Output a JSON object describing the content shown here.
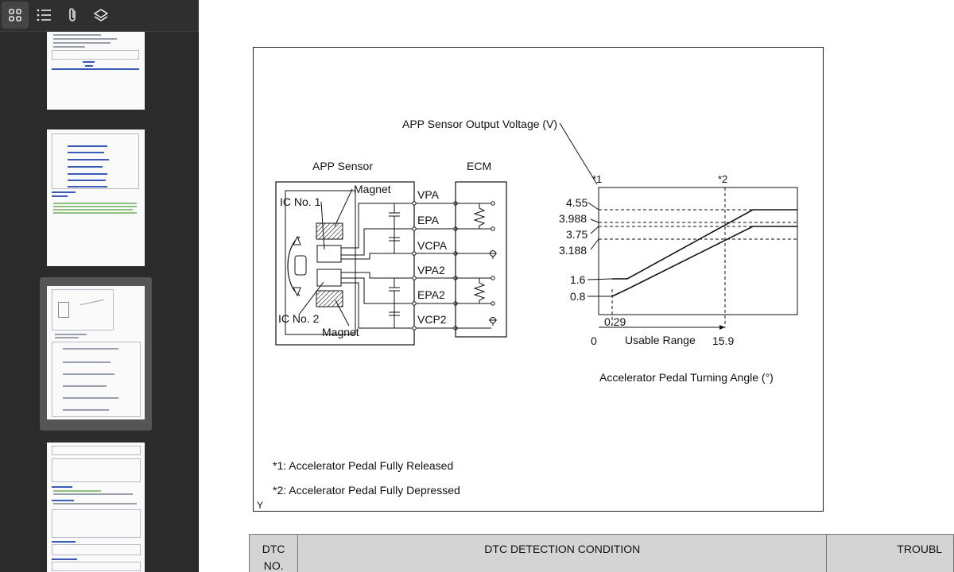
{
  "toolbar": {
    "buttons": [
      {
        "name": "thumbnails-view",
        "icon": "grid-icon",
        "active": true
      },
      {
        "name": "outline-view",
        "icon": "list-icon",
        "active": false
      },
      {
        "name": "attachments-view",
        "icon": "paperclip-icon",
        "active": false
      },
      {
        "name": "layers-view",
        "icon": "layers-icon",
        "active": false
      }
    ]
  },
  "sidebar": {
    "selected_thumbnail": 3,
    "thumbnail_count": 4
  },
  "figure": {
    "output_voltage_label": "APP Sensor Output Voltage (V)",
    "app_sensor_label": "APP Sensor",
    "ecm_label": "ECM",
    "magnet_top": "Magnet",
    "magnet_bottom": "Magnet",
    "ic1": "IC No. 1",
    "ic2": "IC No. 2",
    "pins": [
      "VPA",
      "EPA",
      "VCPA",
      "VPA2",
      "EPA2",
      "VCP2"
    ],
    "marker1": "*1",
    "marker2": "*2",
    "y_ticks": [
      "4.55",
      "3.988",
      "3.75",
      "3.188",
      "1.6",
      "0.8"
    ],
    "x_029": "0.29",
    "x_0": "0",
    "usable_range": "Usable Range",
    "x_159": "15.9",
    "x_axis_label": "Accelerator Pedal Turning Angle (°)",
    "note1": "*1: Accelerator Pedal Fully Released",
    "note2": "*2: Accelerator Pedal Fully Depressed",
    "corner_code": "Y"
  },
  "table": {
    "col1": [
      "DTC",
      "NO."
    ],
    "col2": "DTC DETECTION CONDITION",
    "col3": "TROUBL"
  }
}
